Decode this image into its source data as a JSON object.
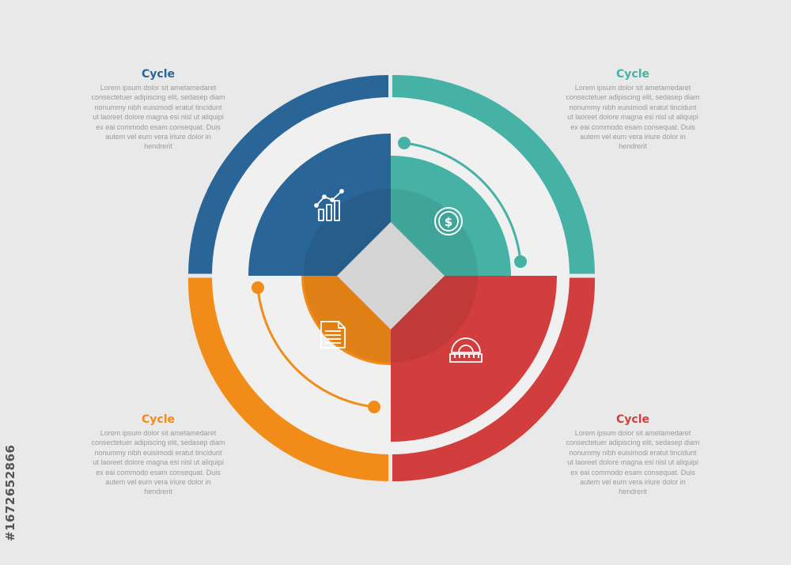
{
  "colors": {
    "blue": "#2a6597",
    "teal": "#46b2a6",
    "orange": "#f28c18",
    "red": "#d23e3d",
    "background": "#e9e9e9",
    "center": "#d4d4d4",
    "ring_gap": "#f0f0f0"
  },
  "items": {
    "top_left": {
      "title": "Cycle",
      "body": "Lorem ipsum dolor sit ametamedaret consectetuer adipiscing elit, sedasep diam nonummy nibh euisimodi eratut tincidunt ut laoreet dolore magna esi nisl ut aliquipi ex eai commodo esam consequat. Duis autem vel eum vera iriure dolor in hendrerit",
      "icon": "bar-chart-icon"
    },
    "top_right": {
      "title": "Cycle",
      "body": "Lorem ipsum dolor sit ametamedaret consectetuer adipiscing elit, sedasep diam nonummy nibh euisimodi eratut tincidunt ut laoreet dolore magna esi nisl ut aliquipi ex eai commodo esam consequat. Duis autem vel eum vera iriure dolor in hendrerit",
      "icon": "dollar-coin-icon"
    },
    "bottom_left": {
      "title": "Cycle",
      "body": "Lorem ipsum dolor sit ametamedaret consectetuer adipiscing elit, sedasep diam nonummy nibh euisimodi eratut tincidunt ut laoreet dolore magna esi nisl ut aliquipi ex eai commodo esam consequat. Duis autem vel eum vera iriure dolor in hendrerit",
      "icon": "document-icon"
    },
    "bottom_right": {
      "title": "Cycle",
      "body": "Lorem ipsum dolor sit ametamedaret consectetuer adipiscing elit, sedasep diam nonummy nibh euisimodi eratut tincidunt ut laoreet dolore magna esi nisl ut aliquipi ex eai commodo esam consequat. Duis autem vel eum vera iriure dolor in hendrerit",
      "icon": "protractor-icon"
    }
  },
  "stock_id": "#1672652866"
}
